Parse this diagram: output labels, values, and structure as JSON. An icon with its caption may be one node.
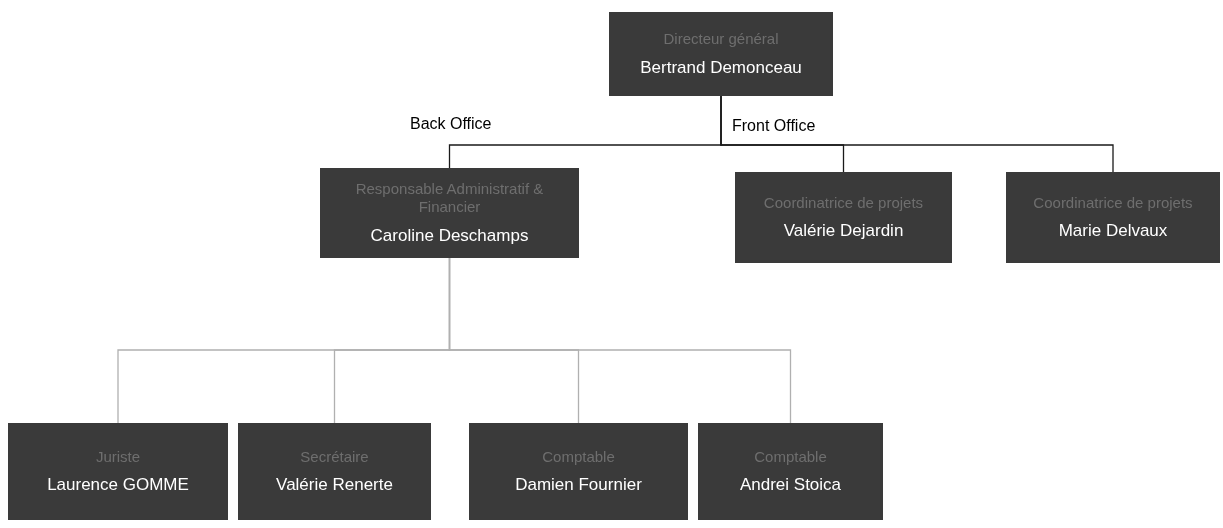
{
  "diagram": {
    "nodes": [
      {
        "text": [
          "Directeur général",
          "Bertrand Demonceau"
        ]
      },
      {
        "text": [
          "Responsable Administratif & Financier",
          "Caroline Deschamps"
        ]
      },
      {
        "text": [
          "Coordinatrice de projets",
          "Valérie Dejardin"
        ]
      },
      {
        "text": [
          "Coordinatrice de projets",
          "Marie Delvaux"
        ]
      },
      {
        "text": [
          "Juriste",
          "Laurence GOMME"
        ]
      },
      {
        "text": [
          "Secrétaire",
          "Valérie Renerte"
        ]
      },
      {
        "text": [
          "Comptable",
          "Damien Fournier"
        ]
      },
      {
        "text": [
          "Comptable",
          "Andrei Stoica"
        ]
      }
    ],
    "edges": [
      {
        "from": 0,
        "to": 1,
        "arrow": "none",
        "color": "#1a1a1a"
      },
      {
        "from": 0,
        "to": 2,
        "arrow": "none",
        "color": "#1a1a1a"
      },
      {
        "from": 0,
        "to": 3,
        "arrow": "none",
        "color": "#1a1a1a"
      },
      {
        "from": 1,
        "to": 4,
        "arrow": "none"
      },
      {
        "from": 1,
        "to": 5,
        "arrow": "none"
      },
      {
        "from": 1,
        "to": 6,
        "arrow": "none"
      },
      {
        "from": 1,
        "to": 7,
        "arrow": "none"
      }
    ],
    "labels": [
      "Back Office",
      "Front Office"
    ]
  }
}
